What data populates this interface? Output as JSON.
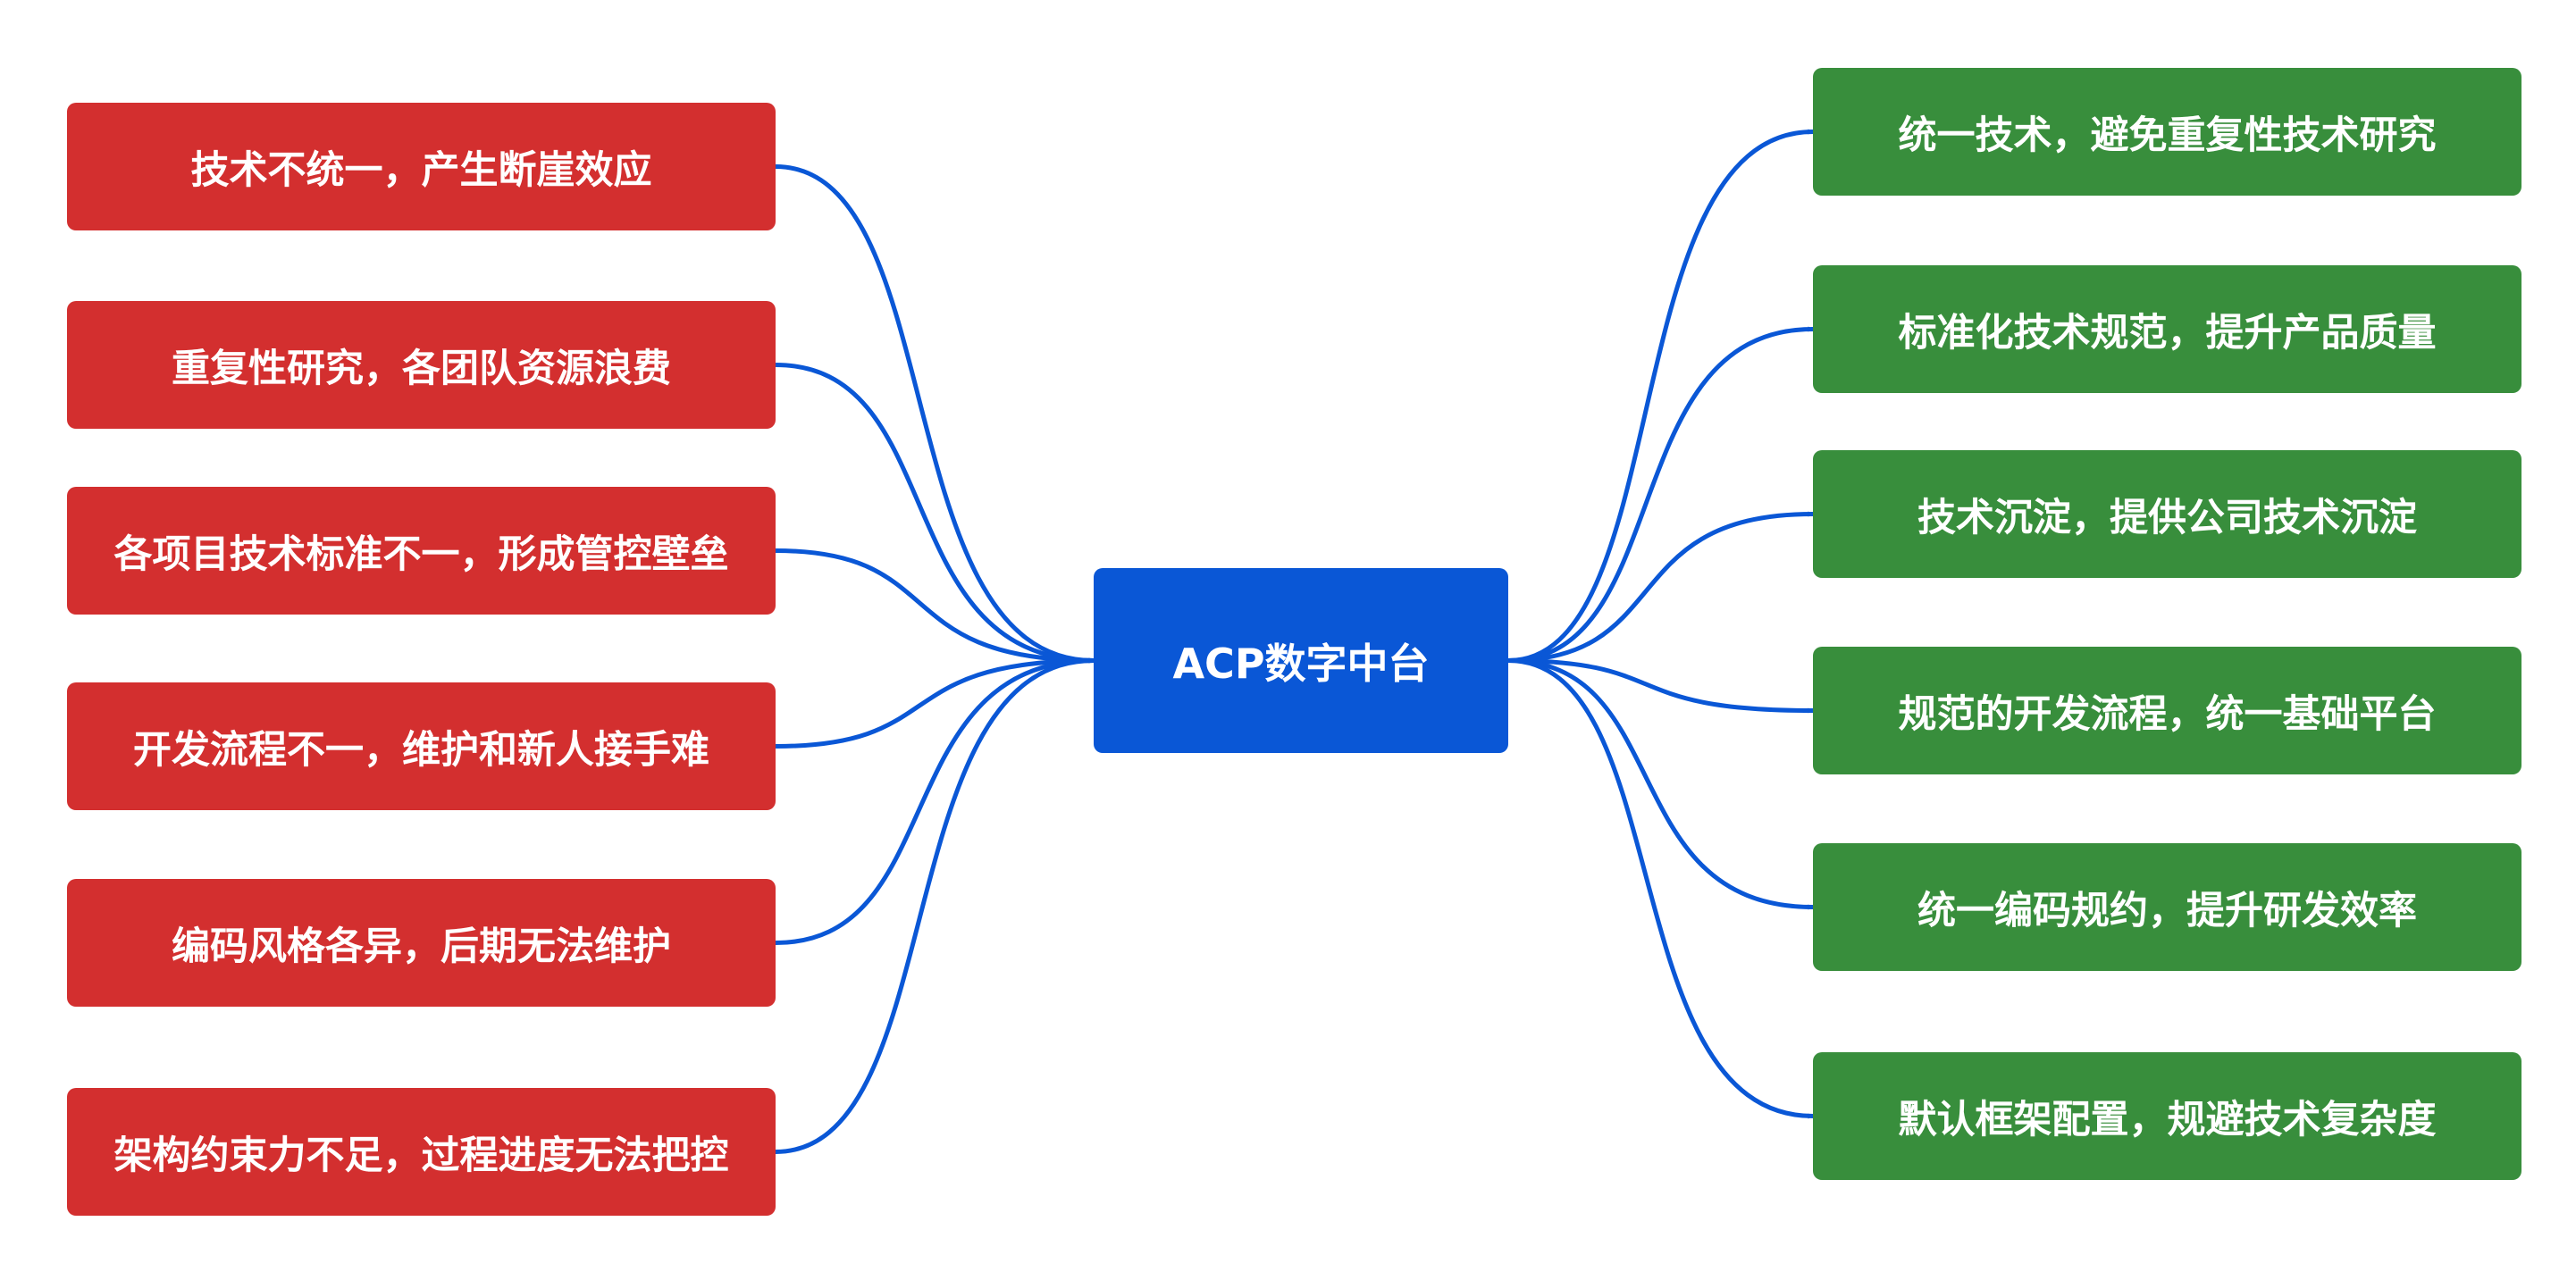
{
  "center": {
    "label": "ACP数字中台"
  },
  "problems": [
    "技术不统一，产生断崖效应",
    "重复性研究，各团队资源浪费",
    "各项目技术标准不一，形成管控壁垒",
    "开发流程不一，维护和新人接手难",
    "编码风格各异，后期无法维护",
    "架构约束力不足，过程进度无法把控"
  ],
  "benefits": [
    "统一技术，避免重复性技术研究",
    "标准化技术规范，提升产品质量",
    "技术沉淀，提供公司技术沉淀",
    "规范的开发流程，统一基础平台",
    "统一编码规约，提升研发效率",
    "默认框架配置，规避技术复杂度"
  ],
  "colors": {
    "problem_box": "#d32f2f",
    "benefit_box": "#388e3c",
    "center_box": "#0a57d6",
    "connector": "#0a57d6"
  }
}
